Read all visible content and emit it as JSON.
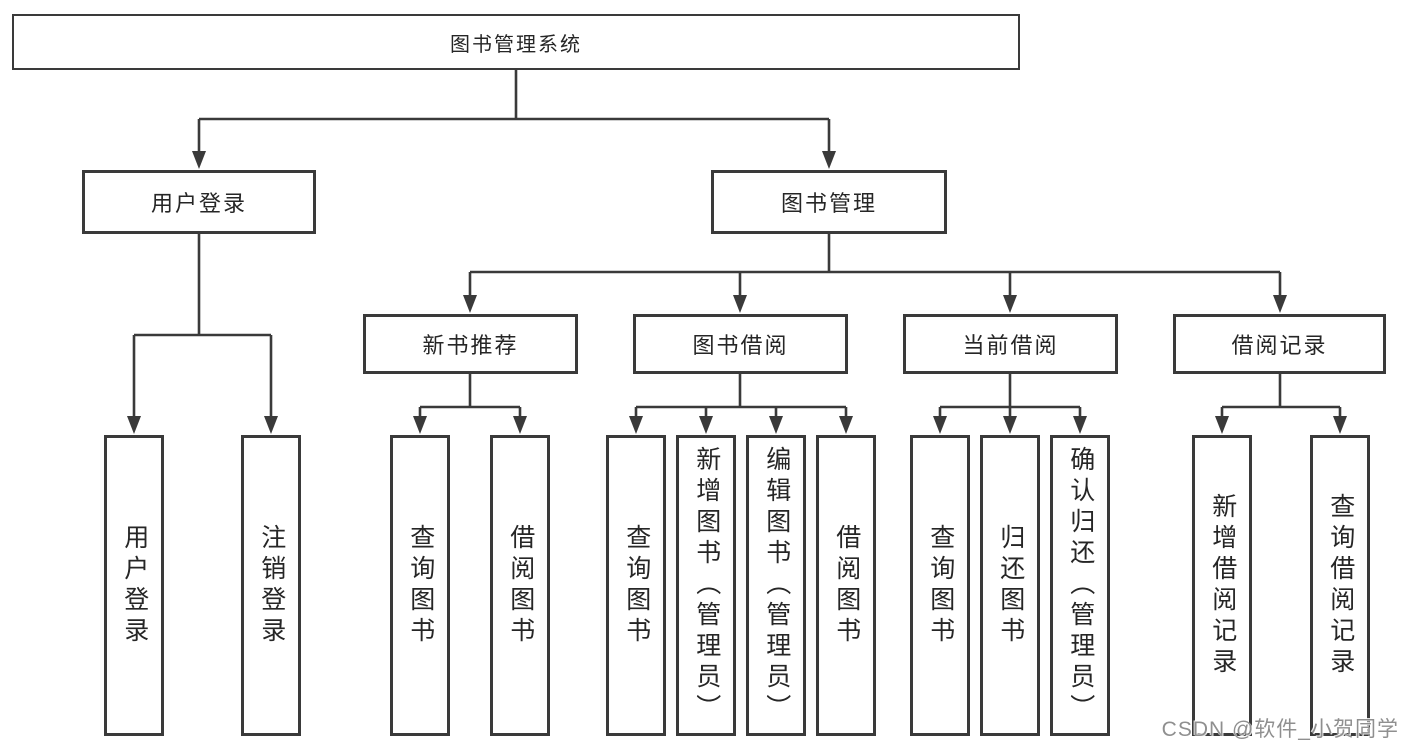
{
  "nodes": {
    "root": "图书管理系统",
    "user_login": "用户登录",
    "book_mgmt": "图书管理",
    "new_book_rec": "新书推荐",
    "book_borrow": "图书借阅",
    "current_borrow": "当前借阅",
    "borrow_record": "借阅记录",
    "leaf_user_login": "用户登录",
    "leaf_logout": "注销登录",
    "leaf_nbr_query": "查询图书",
    "leaf_nbr_borrow": "借阅图书",
    "leaf_bb_query": "查询图书",
    "leaf_bb_add": "新增图书（管理员）",
    "leaf_bb_edit": "编辑图书（管理员）",
    "leaf_bb_borrow": "借阅图书",
    "leaf_cb_query": "查询图书",
    "leaf_cb_return": "归还图书",
    "leaf_cb_confirm": "确认归还（管理员）",
    "leaf_br_add": "新增借阅记录",
    "leaf_br_query": "查询借阅记录"
  },
  "watermark": "CSDN @软件_小贺同学",
  "colors": {
    "line": "#3a3a3a",
    "text": "#262626",
    "watermark": "#8f8f8f",
    "background": "#ffffff"
  }
}
